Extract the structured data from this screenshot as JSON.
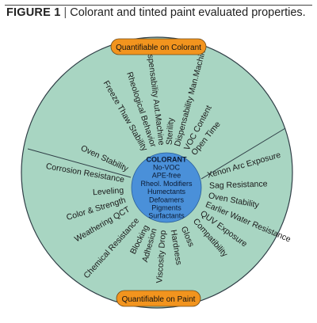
{
  "caption": {
    "figure_label": "FIGURE 1",
    "separator": "|",
    "text": "Colorant and tinted paint evaluated properties."
  },
  "colors": {
    "circle_fill": "#a8d5c2",
    "circle_stroke": "#2f3e46",
    "center_fill": "#4a90d9",
    "capsule_fill": "#f2941e",
    "divider": "#2f3e46"
  },
  "top_capsule": "Quantifiable on Colorant",
  "bottom_capsule": "Quantifiable on Paint",
  "center": {
    "lines": [
      "COLORANT",
      "No-VOC",
      "APE-free",
      "Rheol. Modifiers",
      "Humectants",
      "Defoamers",
      "Pigments",
      "Surfactants"
    ]
  },
  "colorant_properties": [
    "Oven Stability",
    "Freeze Thaw Stability",
    "Rheological Behavior",
    "Dispensability Aut.Machine",
    "Sterility",
    "Dispensability Man.Machine",
    "VOC Content",
    "Open Time"
  ],
  "paint_properties": [
    "Xenon Arc Exposure",
    "Sag Resistance",
    "Oven Stability",
    "Earlier Water Resistance",
    "QUV Exposure",
    "Compatibility",
    "Gloss",
    "Hardness",
    "Viscosity Drop",
    "Adhesion",
    "Blocking",
    "Chemical Resistance",
    "Weathering QCT",
    "Color & Strength",
    "Leveling",
    "Corrosion Resistance"
  ]
}
